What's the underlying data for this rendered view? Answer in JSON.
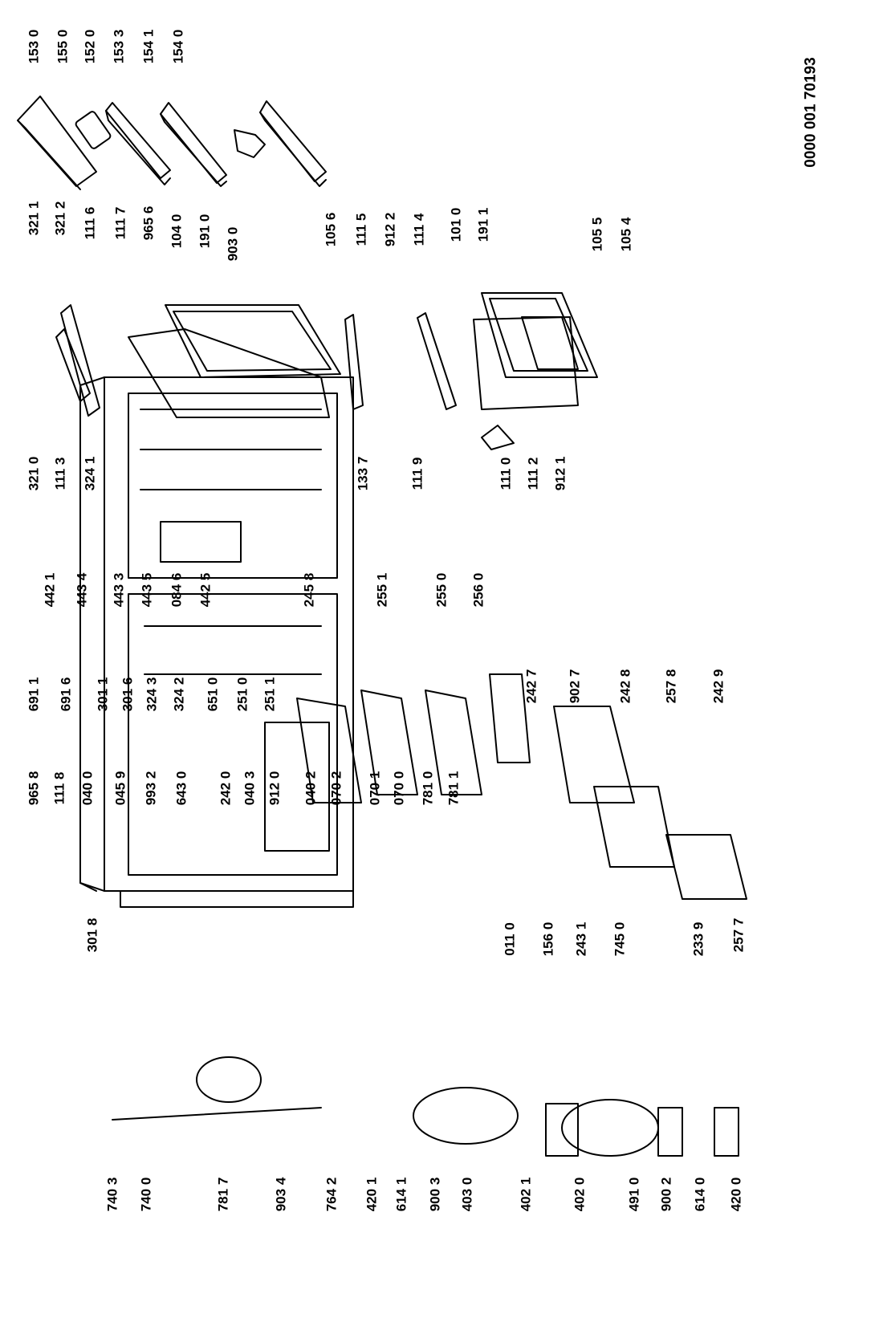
{
  "document_number": "0000 001 70193",
  "parts": [
    "153 0",
    "155 0",
    "152 0",
    "153 3",
    "154 1",
    "154 0",
    "321 1",
    "321 2",
    "111 6",
    "111 7",
    "965 6",
    "104 0",
    "191 0",
    "903 0",
    "105 6",
    "111 5",
    "912 2",
    "111 4",
    "101 0",
    "191 1",
    "105 5",
    "105 4",
    "321 0",
    "111 3",
    "324 1",
    "133 7",
    "111 9",
    "111 0",
    "111 2",
    "912 1",
    "442 1",
    "443 4",
    "443 3",
    "443 5",
    "084 6",
    "442 5",
    "245 8",
    "255 1",
    "255 0",
    "256 0",
    "691 1",
    "691 6",
    "301 1",
    "301 6",
    "324 3",
    "324 2",
    "651 0",
    "251 0",
    "251 1",
    "965 8",
    "111 8",
    "040 0",
    "045 9",
    "993 2",
    "643 0",
    "242 0",
    "040 3",
    "912 0",
    "040 2",
    "070 2",
    "070 1",
    "070 0",
    "781 0",
    "781 1",
    "242 7",
    "902 7",
    "242 8",
    "257 8",
    "242 9",
    "257 7",
    "301 8",
    "011 0",
    "156 0",
    "243 1",
    "745 0",
    "233 9",
    "740 3",
    "740 0",
    "781 7",
    "903 4",
    "764 2",
    "420 1",
    "614 1",
    "900 3",
    "403 0",
    "402 1",
    "402 0",
    "491 0",
    "900 2",
    "614 0",
    "420 0"
  ]
}
